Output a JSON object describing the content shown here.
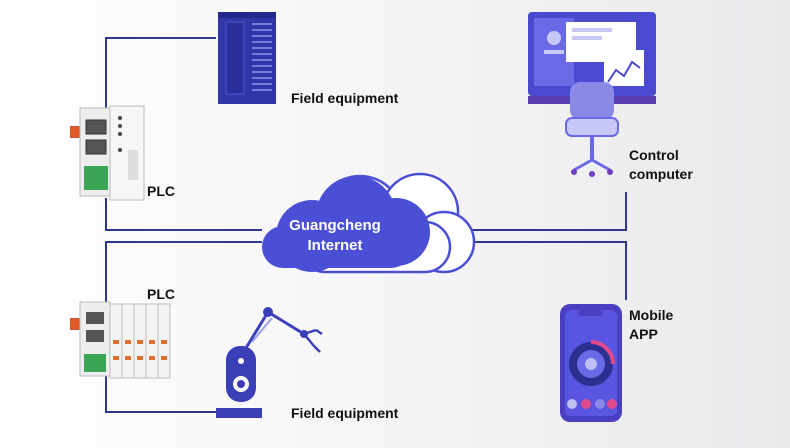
{
  "cloud": {
    "line1": "Guangcheng",
    "line2": "Internet"
  },
  "labels": {
    "field_equipment_top": "Field equipment",
    "field_equipment_bottom": "Field equipment",
    "plc_top": "PLC",
    "plc_bottom": "PLC",
    "control_line1": "Control",
    "control_line2": "computer",
    "mobile_line1": "Mobile",
    "mobile_line2": "APP"
  },
  "colors": {
    "line": "#2d3a8c",
    "cloud": "#4b4fd6",
    "cabinet": "#3a3fb8",
    "device_accent": "#7a4fd6"
  }
}
